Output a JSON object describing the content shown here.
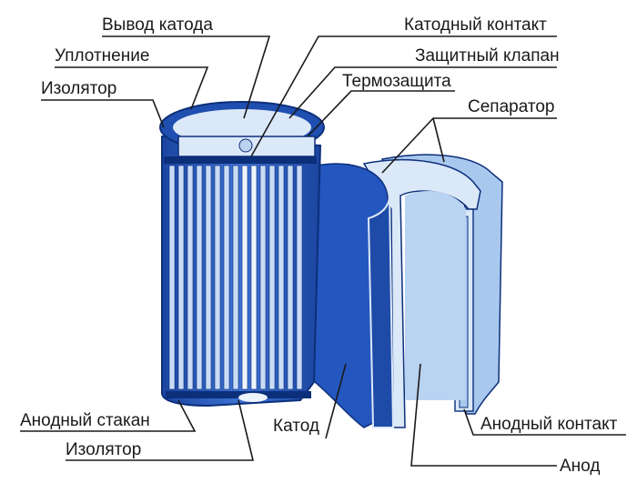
{
  "labels": {
    "cathode_terminal": "Вывод катода",
    "seal": "Уплотнение",
    "insulator_top": "Изолятор",
    "cathode_contact": "Катодный контакт",
    "safety_valve": "Защитный клапан",
    "thermal_protection": "Термозащита",
    "separator": "Сепаратор",
    "anode_can": "Анодный стакан",
    "insulator_bottom": "Изолятор",
    "cathode": "Катод",
    "anode_contact": "Анодный контакт",
    "anode": "Анод"
  },
  "colors": {
    "dark_blue": "#1f4fb0",
    "mid_blue": "#3a6fd0",
    "light_blue": "#a9c8ee",
    "pale": "#dbe8f8",
    "outline": "#0c2f7a"
  }
}
